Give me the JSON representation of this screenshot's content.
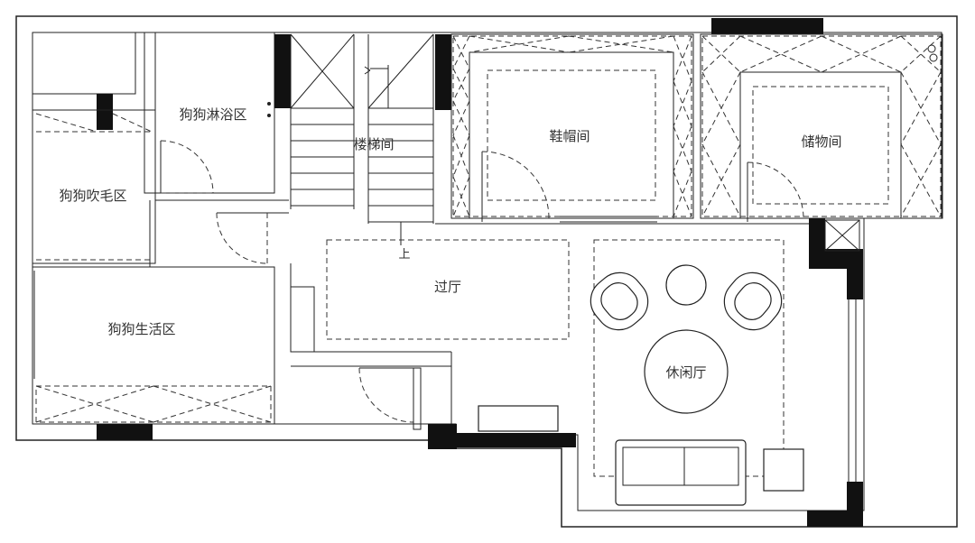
{
  "rooms": {
    "dog_bath": "狗狗淋浴区",
    "dog_dry": "狗狗吹毛区",
    "dog_living": "狗狗生活区",
    "stairs": "楼梯间",
    "stairs_up": "上",
    "shoe_room": "鞋帽间",
    "storage": "储物间",
    "hall": "过厅",
    "lounge": "休闲厅"
  }
}
